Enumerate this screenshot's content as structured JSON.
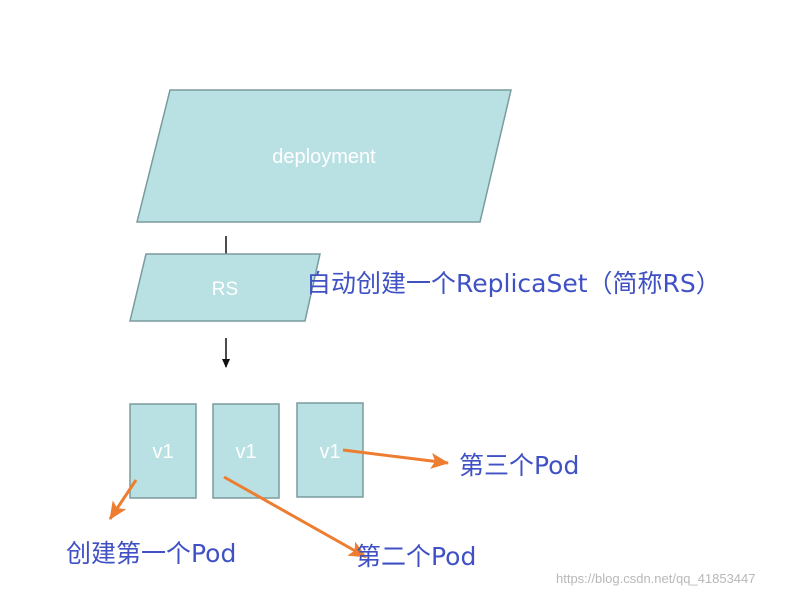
{
  "colors": {
    "shape_fill": "#b9e0e2",
    "shape_stroke": "#7a9b9d",
    "arrow_black": "#111111",
    "arrow_orange": "#ed7d31",
    "annotation_text": "#3f51c4"
  },
  "deployment": {
    "label": "deployment"
  },
  "replicaset": {
    "label": "RS"
  },
  "pods": [
    {
      "label": "v1"
    },
    {
      "label": "v1"
    },
    {
      "label": "v1"
    }
  ],
  "annotations": {
    "replicaset": "自动创建一个ReplicaSet（简称RS）",
    "pod1": "创建第一个Pod",
    "pod2": "第二个Pod",
    "pod3": "第三个Pod"
  },
  "watermark": "https://blog.csdn.net/qq_41853447"
}
